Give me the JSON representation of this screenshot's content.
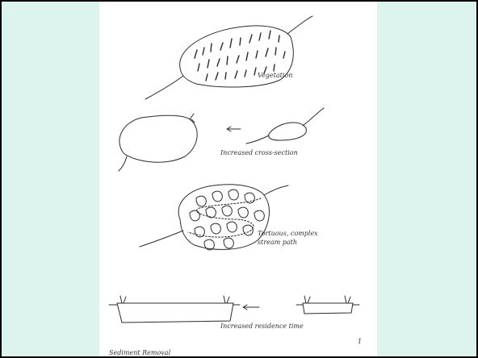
{
  "colors": {
    "slide_background": "#dcf3ee",
    "paper": "#ffffff",
    "ink": "#2b2b2b",
    "border": "#000000"
  },
  "labels": {
    "vegetation": "Vegetation",
    "cross_section": "Increased cross-section",
    "tortuous_line1": "Tortuous, complex",
    "tortuous_line2": "stream path",
    "residence_time": "Increased residence time",
    "caption": "Sediment Removal",
    "page_mark": "1"
  }
}
